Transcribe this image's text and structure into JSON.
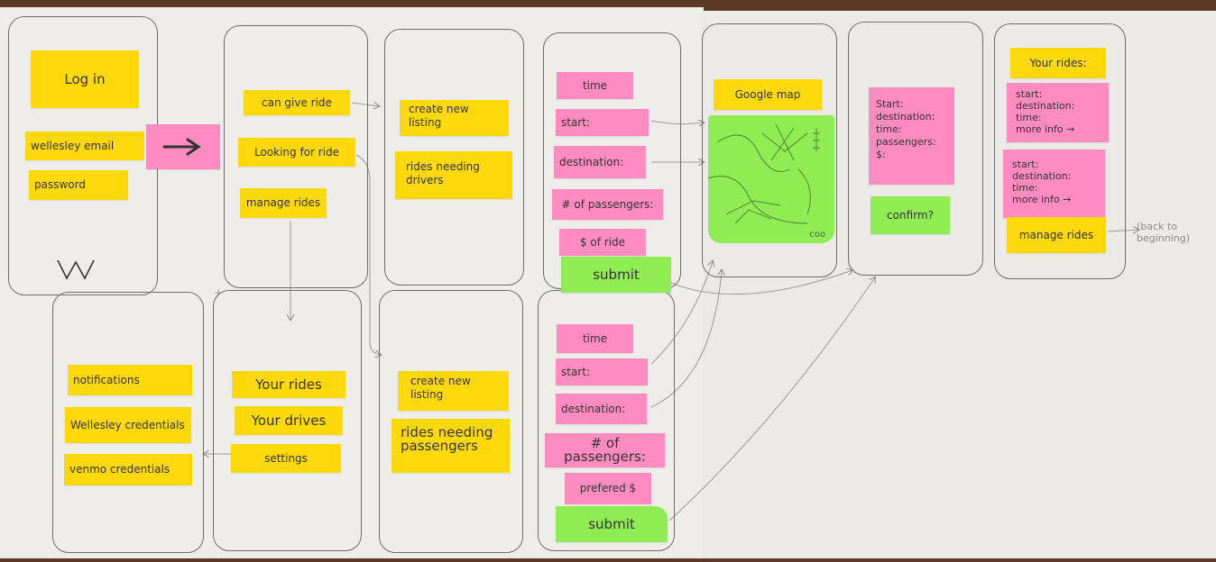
{
  "screens": {
    "login": {
      "title": "Log in",
      "email": "wellesley email",
      "password": "password",
      "logo": "W"
    },
    "home": {
      "give": "can give ride",
      "looking": "Looking for ride",
      "manage": "manage rides"
    },
    "driver_menu": {
      "create": "create new\nlisting",
      "needing": "rides needing\ndrivers"
    },
    "passenger_menu": {
      "create": "create new\nlisting",
      "needing": "rides needing\npassengers"
    },
    "driver_form": {
      "time": "time",
      "start": "start:",
      "destination": "destination:",
      "passengers": "# of passengers:",
      "price": "$ of ride",
      "submit": "submit"
    },
    "passenger_form": {
      "time": "time",
      "start": "start:",
      "destination": "destination:",
      "passengers": "# of passengers:",
      "price": "prefered $",
      "submit": "submit"
    },
    "map_screen": {
      "title": "Google map",
      "scale": "coo"
    },
    "confirm_screen": {
      "details": "Start:\ndestination:\ntime:\npassengers:\n$:",
      "confirm": "confirm?"
    },
    "rides_screen": {
      "title": "Your rides:",
      "ride1": "start:\ndestination:\ntime:\nmore info →",
      "ride2": "start:\ndestination:\ntime:\nmore info →",
      "manage": "manage rides",
      "back": "(back to\nbeginning)"
    },
    "manage_menu": {
      "your_rides": "Your rides",
      "your_drives": "Your drives",
      "settings": "settings"
    },
    "settings_menu": {
      "notifications": "notifications",
      "wellesley": "Wellesley credentials",
      "venmo": "venmo credentials"
    }
  },
  "colors": {
    "yellow": "#fdd80b",
    "pink": "#fe8cc1",
    "green": "#8fec52",
    "pencil": "#6d6d6d"
  }
}
